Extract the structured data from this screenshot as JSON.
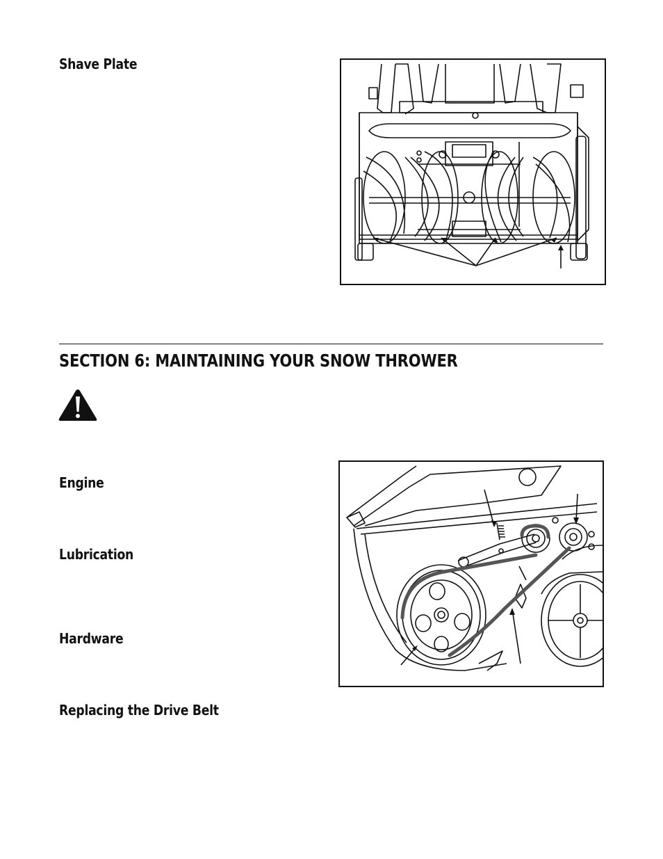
{
  "headings": {
    "shave_plate": "Shave Plate",
    "engine": "Engine",
    "lubrication": "Lubrication",
    "hardware": "Hardware",
    "replacing_drive_belt": "Replacing the Drive Belt"
  },
  "section": {
    "title": "SECTION 6:  MAINTAINING YOUR SNOW THROWER"
  },
  "icons": {
    "warning": "warning-triangle-icon"
  }
}
